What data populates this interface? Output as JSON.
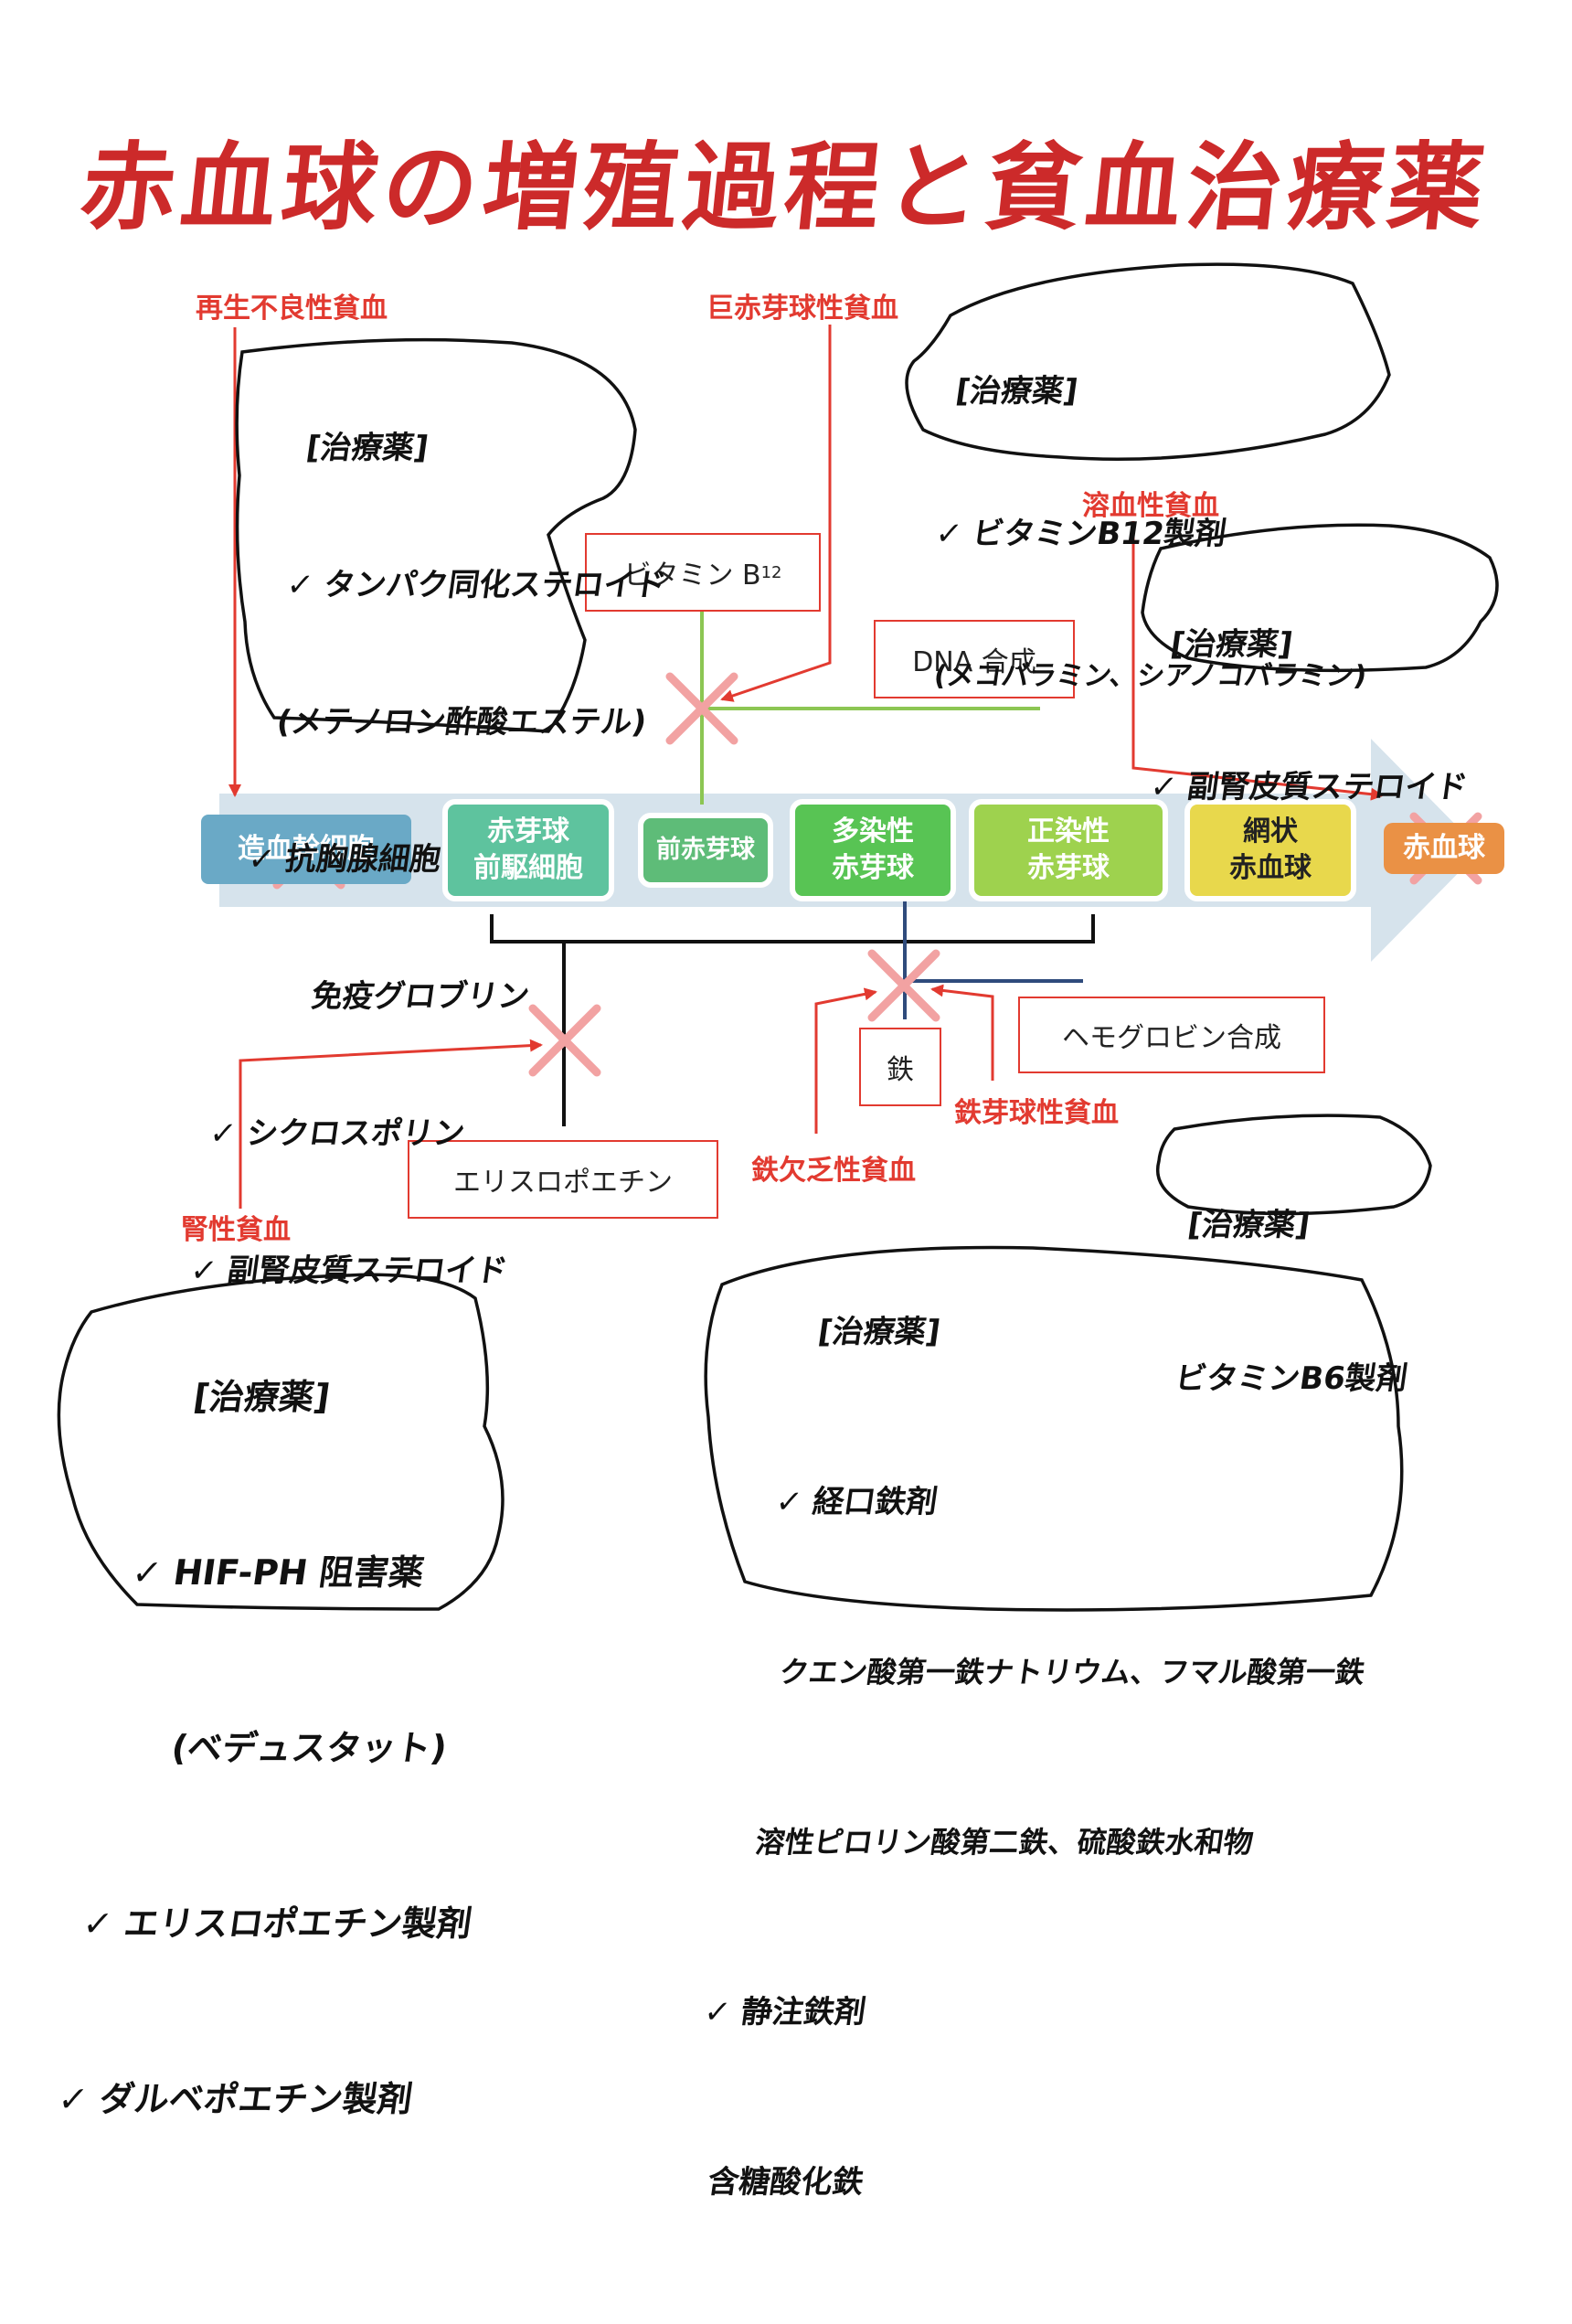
{
  "title": "赤血球の増殖過程と貧血治療薬",
  "stages": [
    {
      "lines": [
        "造血幹細胞"
      ],
      "color": "#6aa9c6",
      "blocked": true
    },
    {
      "lines": [
        "赤芽球",
        "前駆細胞"
      ],
      "color": "#5ec39e",
      "blocked": false
    },
    {
      "lines": [
        "前赤芽球"
      ],
      "color": "#5ebc78",
      "blocked": false
    },
    {
      "lines": [
        "多染性",
        "赤芽球"
      ],
      "color": "#58c454",
      "blocked": false
    },
    {
      "lines": [
        "正染性",
        "赤芽球"
      ],
      "color": "#9ed24e",
      "blocked": false
    },
    {
      "lines": [
        "網状",
        "赤血球"
      ],
      "color": "#e8d84c",
      "blocked": false
    },
    {
      "lines": [
        "赤血球"
      ],
      "color": "#ea9145",
      "blocked": true
    }
  ],
  "factors": {
    "vitamin_b12": "ビタミン B",
    "vitamin_b12_sub": "12",
    "dna": "DNA 合成",
    "hemoglobin": "ヘモグロビン合成",
    "iron": "鉄",
    "epo": "エリスロポエチン"
  },
  "diseases": {
    "aplastic": {
      "name": "再生不良性貧血",
      "heading": "[治療薬]",
      "items": [
        "タンパク同化ステロイド",
        "(メテノロン酢酸エステル)",
        "抗胸腺細胞",
        "免疫グロブリン",
        "シクロスポリン",
        "副腎皮質ステロイド"
      ]
    },
    "megaloblastic": {
      "name": "巨赤芽球性貧血",
      "heading": "[治療薬]",
      "items": [
        "ビタミンB12製剤",
        "(メコバラミン、シアノコバラミン)"
      ]
    },
    "hemolytic": {
      "name": "溶血性貧血",
      "heading": "[治療薬]",
      "items": [
        "副腎皮質ステロイド"
      ]
    },
    "renal": {
      "name": "腎性貧血",
      "heading": "[治療薬]",
      "items": [
        "HIF-PH 阻害薬",
        "(ベデュスタット)",
        "エリスロポエチン製剤",
        "ダルベポエチン製剤"
      ]
    },
    "iron_deficiency": {
      "name": "鉄欠乏性貧血",
      "heading": "[治療薬]",
      "items": [
        "経口鉄剤",
        "クエン酸第一鉄ナトリウム、フマル酸第一鉄",
        "溶性ピロリン酸第二鉄、硫酸鉄水和物",
        "静注鉄剤",
        "含糖酸化鉄"
      ]
    },
    "sideroblastic": {
      "name": "鉄芽球性貧血",
      "heading": "[治療薬]",
      "items": [
        "ビタミンB6製剤"
      ]
    }
  },
  "check_mark": "✓",
  "colors": {
    "accent_red": "#e23a30",
    "title_red": "#cc2a2a",
    "arrow_band": "#d6e3ec",
    "vitamin_line": "#8cc653",
    "hemoglobin_line": "#2f4b7c",
    "cross": "#f2a2a2"
  }
}
